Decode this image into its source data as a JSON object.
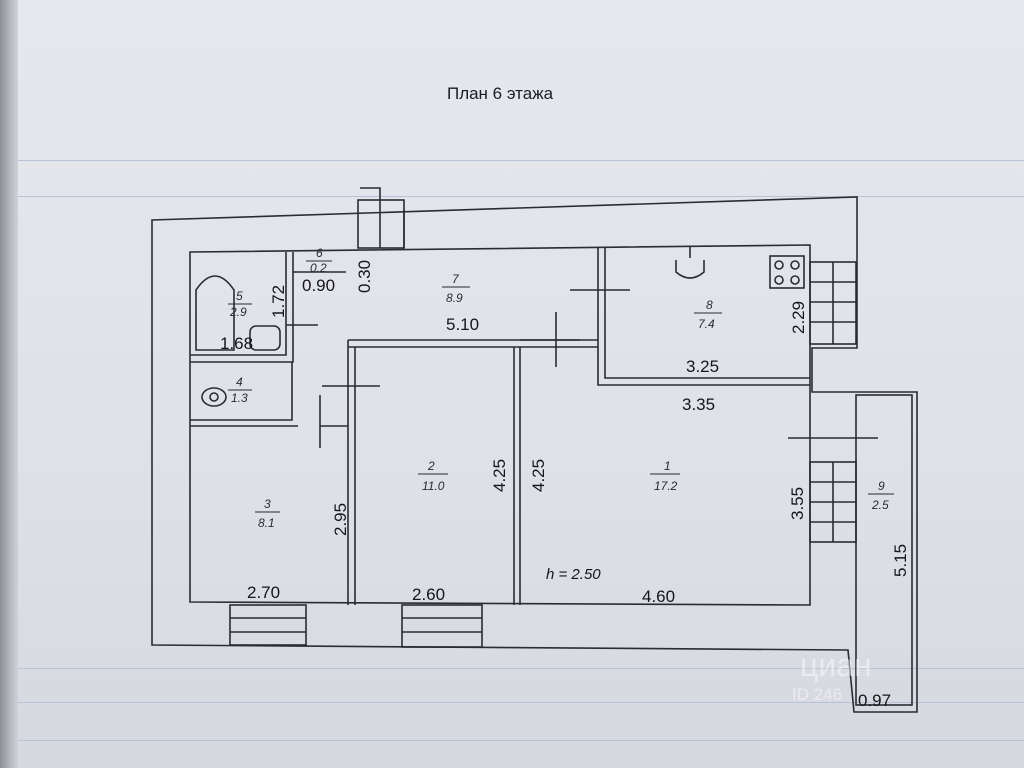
{
  "title": "План 6 этажа",
  "rooms": [
    {
      "number": "1",
      "area": "17.2"
    },
    {
      "number": "2",
      "area": "11.0"
    },
    {
      "number": "3",
      "area": "8.1"
    },
    {
      "number": "4",
      "area": "1.3"
    },
    {
      "number": "5",
      "area": "2.9"
    },
    {
      "number": "6",
      "area": "0.2"
    },
    {
      "number": "7",
      "area": "8.9"
    },
    {
      "number": "8",
      "area": "7.4"
    },
    {
      "number": "9",
      "area": "2.5"
    }
  ],
  "dimensions": {
    "hall_length": "5.10",
    "kitchen_width": "3.25",
    "kitchen_depth": "2.29",
    "room1_top": "3.35",
    "room1_right": "3.55",
    "room1_bottom": "4.60",
    "room1_left": "4.25",
    "room2_right": "4.25",
    "room2_bottom": "2.60",
    "room3_right": "2.95",
    "room3_bottom": "2.70",
    "bath_depth": "1.72",
    "bath_width": "1.68",
    "closet_width": "0.90",
    "closet_depth": "0.30",
    "balcony_length": "5.15",
    "balcony_width": "0.97"
  },
  "ceiling_height": "h = 2.50",
  "watermark": {
    "brand": "циан",
    "id": "ID 246"
  },
  "colors": {
    "paper": "#e3e5eb",
    "ink": "#15151a",
    "rule": "#b9c3d6"
  }
}
